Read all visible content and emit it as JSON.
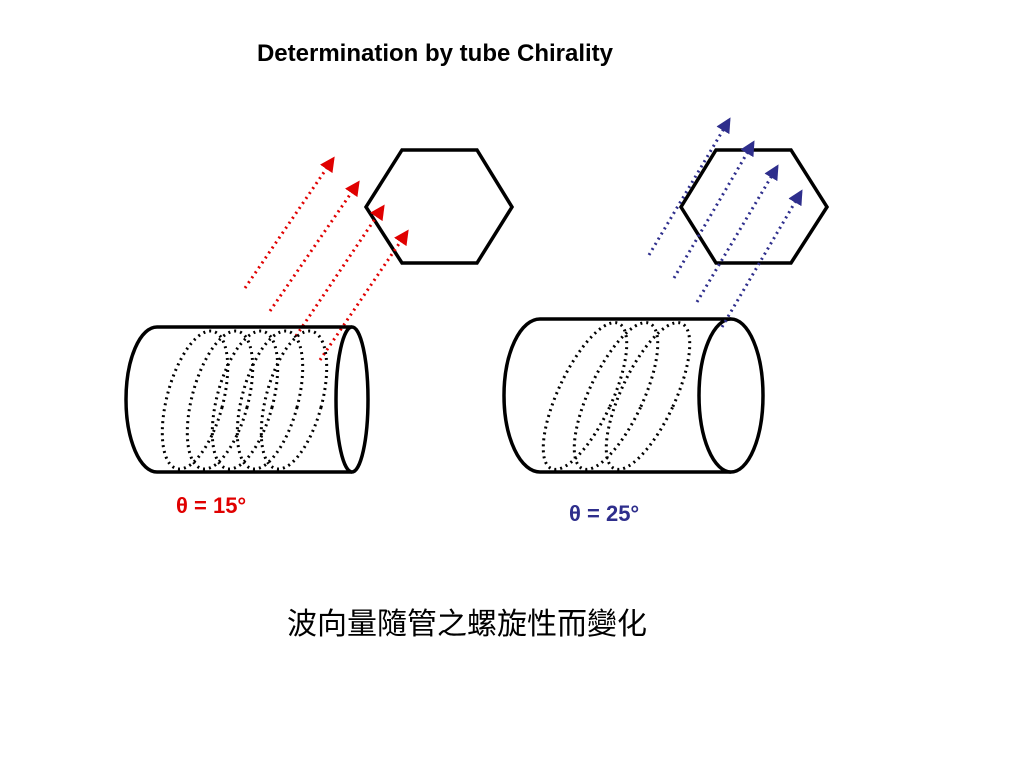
{
  "title": "Determination by tube Chirality",
  "left_panel": {
    "angle_label": "θ = 15°",
    "color": "#e00000"
  },
  "right_panel": {
    "angle_label": "θ = 25°",
    "color": "#2e2e8c"
  },
  "caption": "波向量隨管之螺旋性而變化"
}
